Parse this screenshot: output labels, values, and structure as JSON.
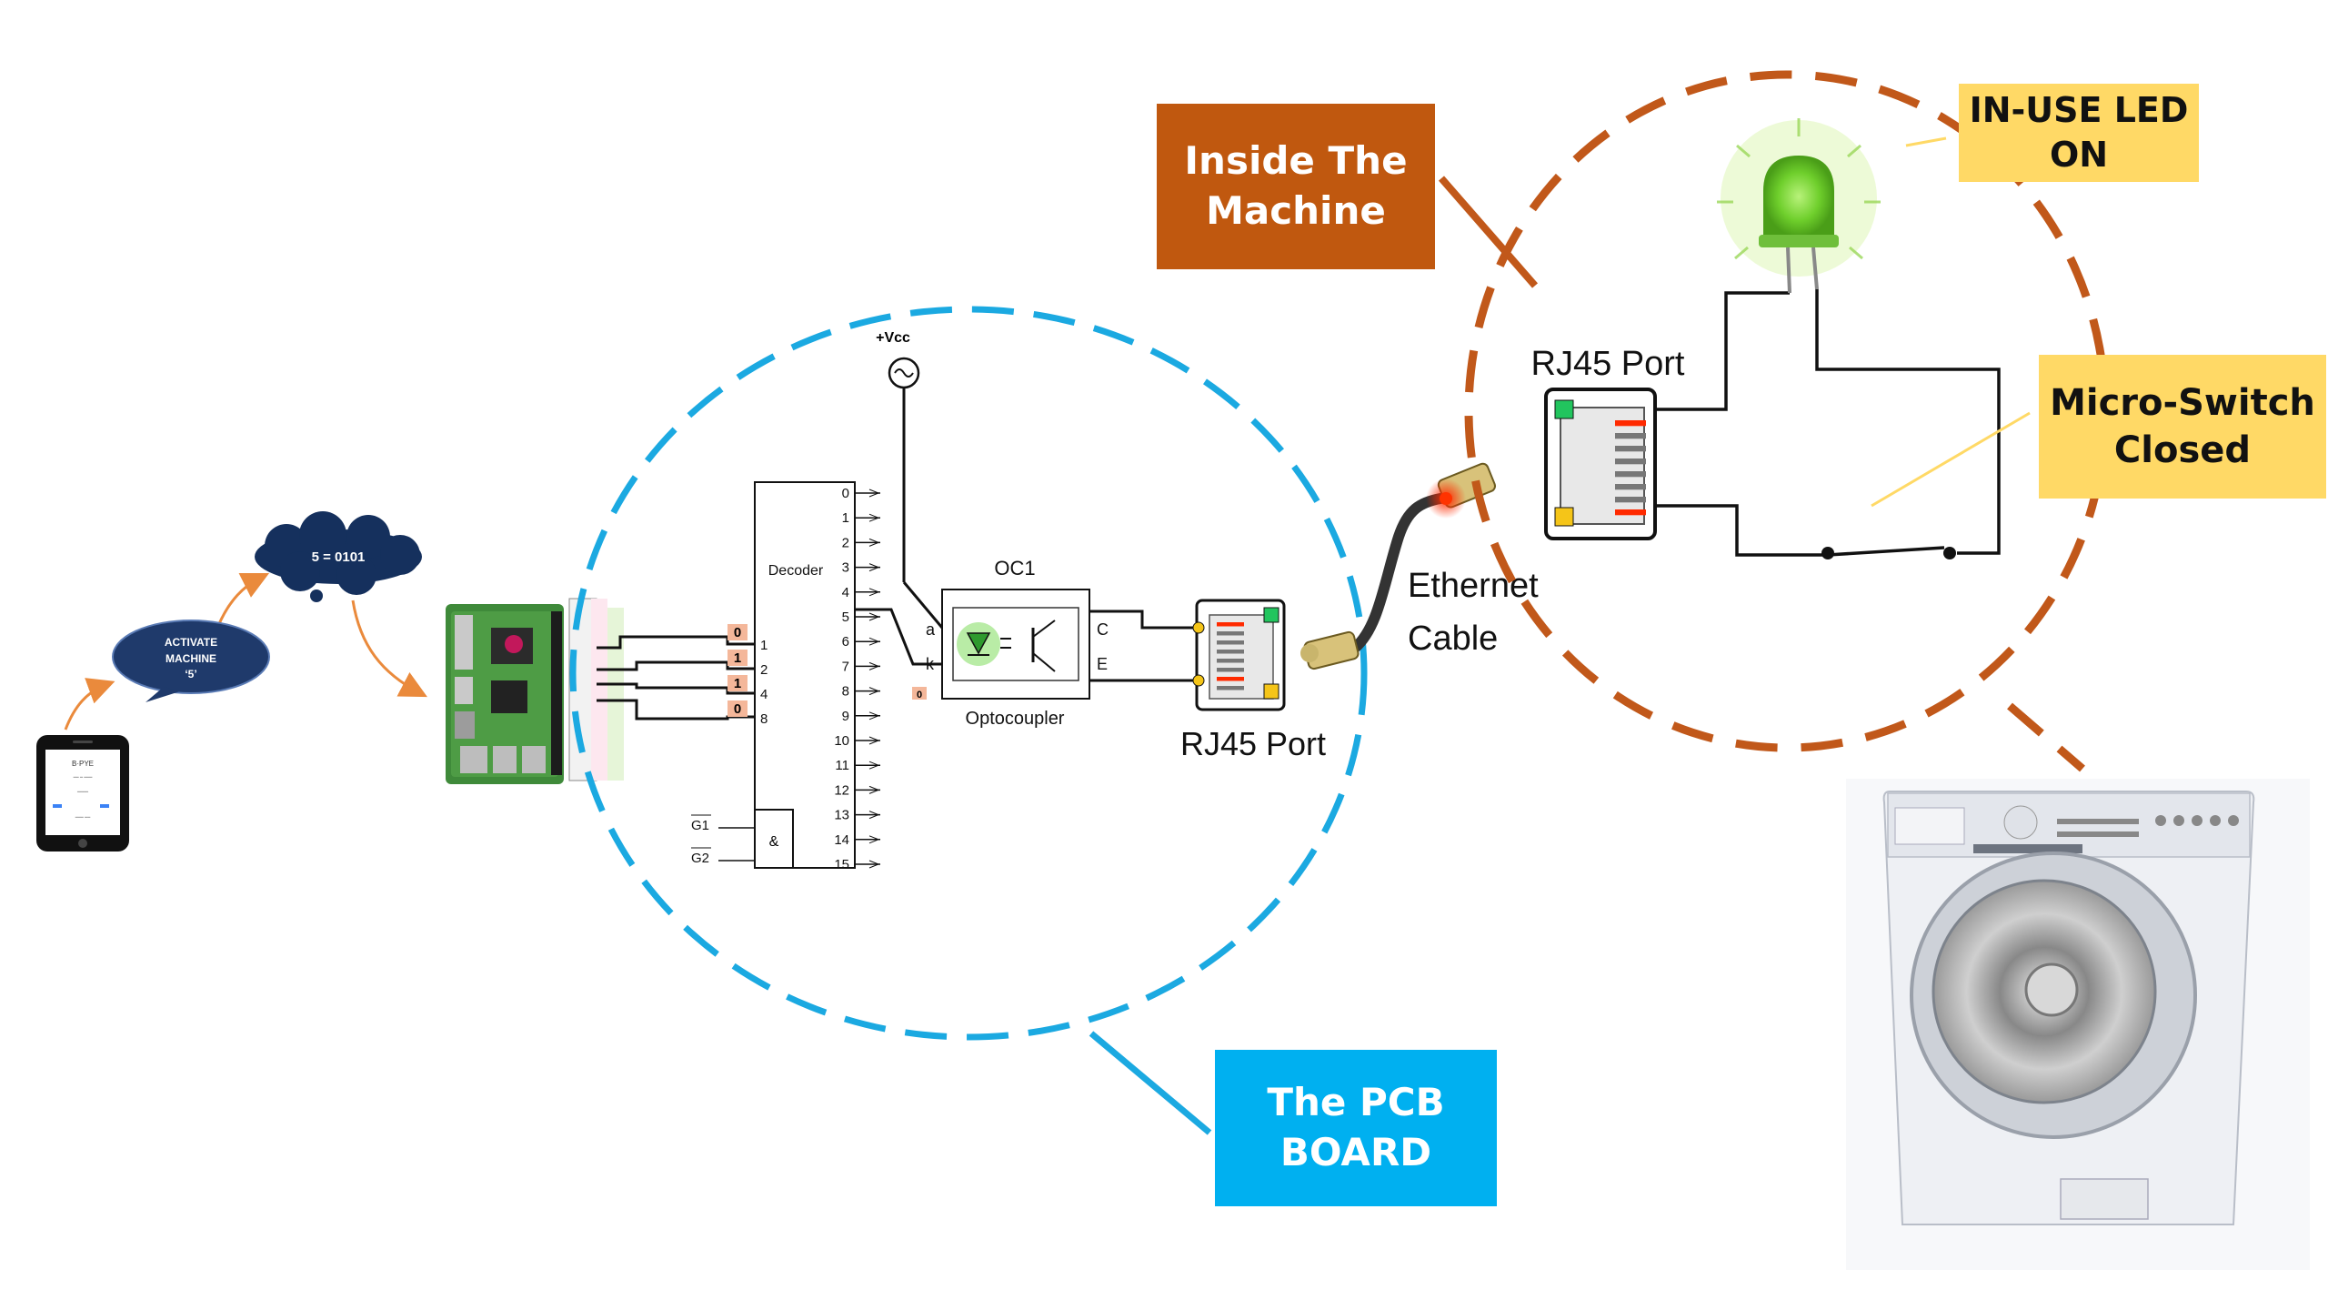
{
  "phone": {
    "app_logo": "B·PYE",
    "app_lines": [
      "━━ ━ ━━━",
      "━━━━",
      "━━━ ━━"
    ]
  },
  "speech": {
    "activate_line1": "ACTIVATE",
    "activate_line2": "MACHINE",
    "activate_line3": "‘5’"
  },
  "thought": {
    "binary": "5 = 0101"
  },
  "bits": {
    "b0": "0",
    "b1": "1",
    "b2": "1",
    "b3": "0",
    "extra": "0"
  },
  "decoder": {
    "label": "Decoder",
    "inputs": [
      "1",
      "2",
      "4",
      "8"
    ],
    "outputs": [
      "0",
      "1",
      "2",
      "3",
      "4",
      "5",
      "6",
      "7",
      "8",
      "9",
      "10",
      "11",
      "12",
      "13",
      "14",
      "15"
    ],
    "gate1": "G1",
    "gate2": "G2",
    "and_symbol": "&"
  },
  "vcc": "+Vcc",
  "optocoupler": {
    "id": "OC1",
    "name": "Optocoupler",
    "pin_a": "a",
    "pin_k": "k",
    "pin_c": "C",
    "pin_e": "E"
  },
  "rj45_left": {
    "label": "RJ45 Port"
  },
  "ethernet": {
    "line1": "Ethernet",
    "line2": "Cable"
  },
  "rj45_right": {
    "label": "RJ45 Port"
  },
  "callouts": {
    "inside_line1": "Inside The",
    "inside_line2": "Machine",
    "led_line1": "IN-USE LED",
    "led_line2": "ON",
    "switch_line1": "Micro-Switch",
    "switch_line2": "Closed",
    "pcb_line1": "The PCB",
    "pcb_line2": "BOARD"
  },
  "colors": {
    "blue_dash": "#1ba9e1",
    "brown_dash": "#c1581a",
    "inside_box": "#c0580f",
    "led_box": "#ffd966",
    "pcb_box": "#00b0f0",
    "bubble": "#1f3a6b",
    "bubble2": "#15305d",
    "arrow": "#ea8a3c"
  }
}
